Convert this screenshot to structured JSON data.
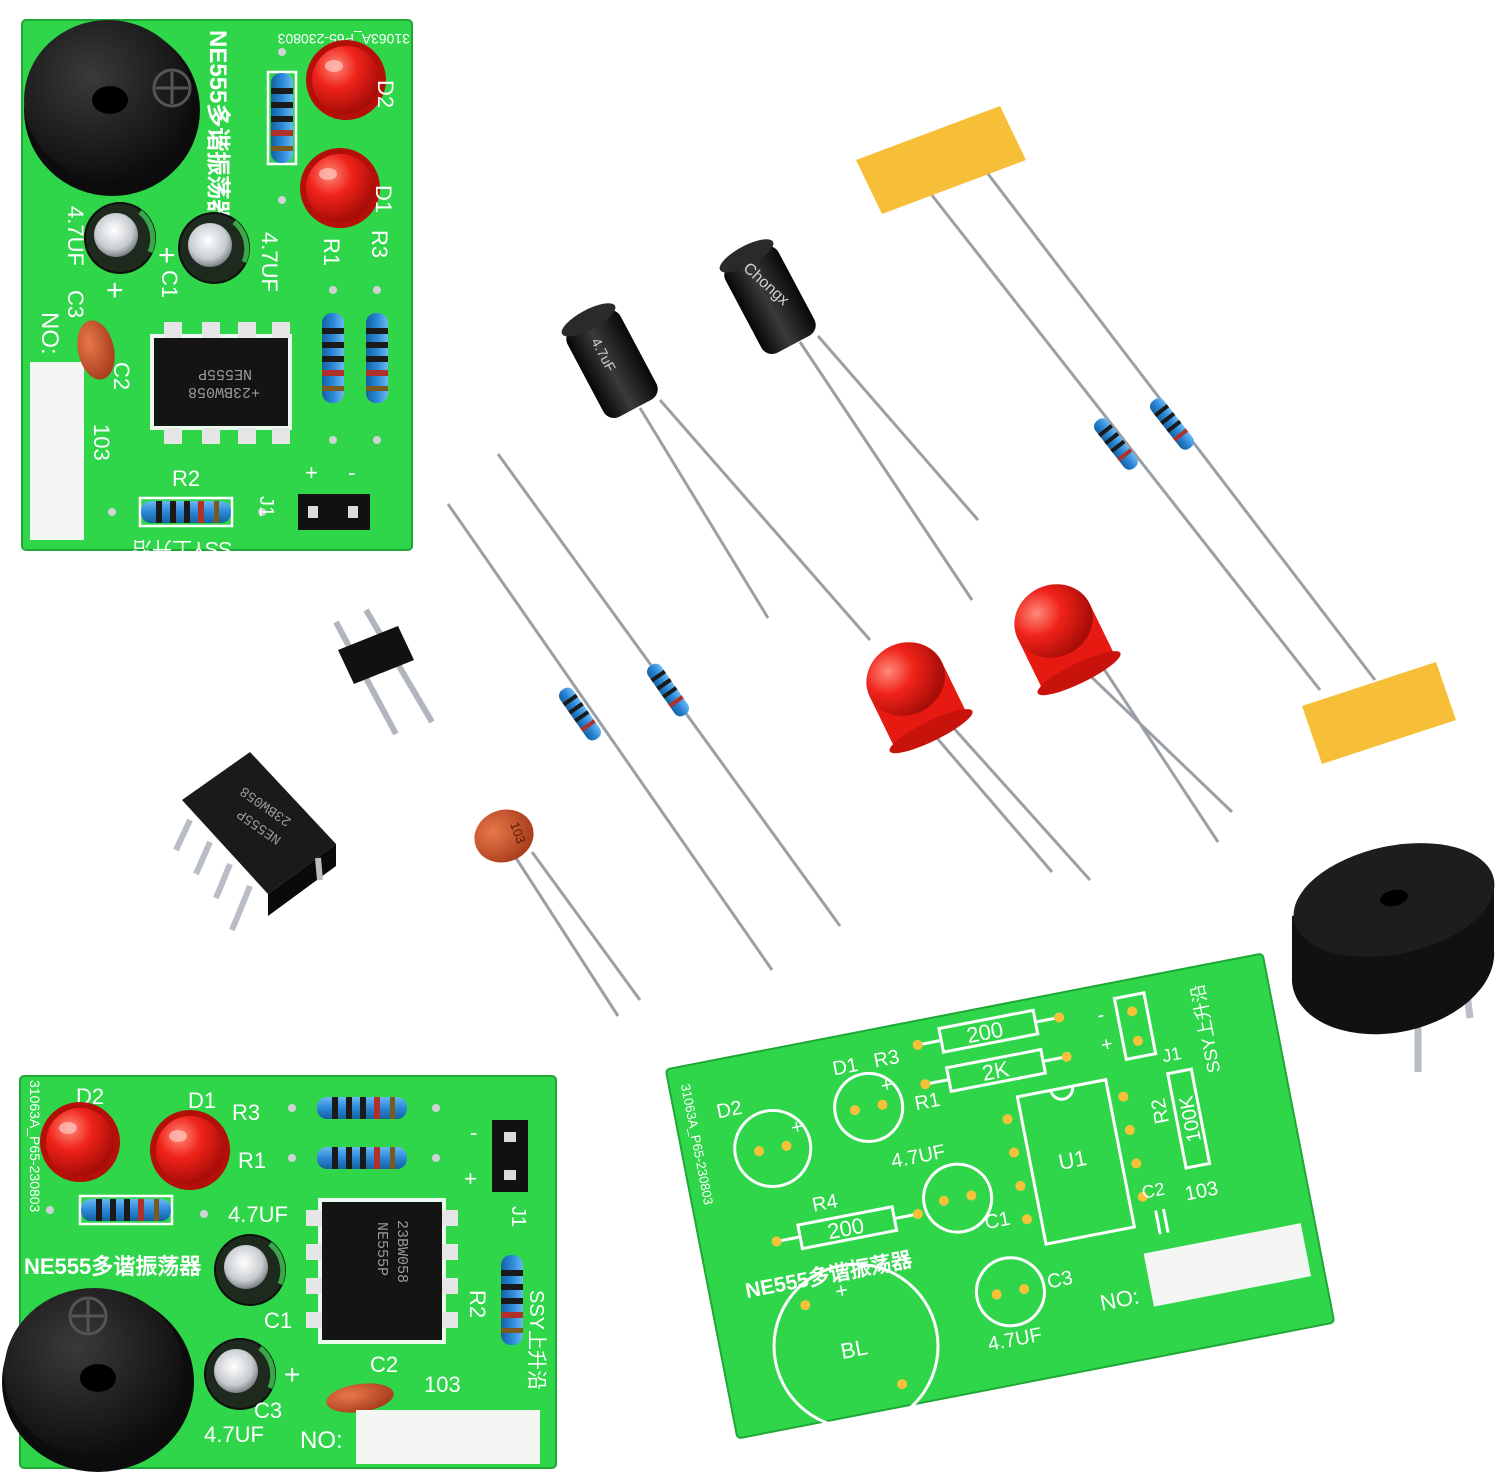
{
  "colors": {
    "pcb_green": "#2fd64a",
    "pcb_green_dark": "#20b83a",
    "led_red": "#ee1b12",
    "resistor_blue": "#2a88d8",
    "capacitor_black": "#151515",
    "ceramic_orange": "#c8502a",
    "tape_yellow": "#f7bf38",
    "lead_silver": "#9aa0a6"
  },
  "board_top_left": {
    "code": "31063A_P65-230803",
    "title": "NE555多谐振荡器",
    "labels": {
      "d2": "D2",
      "d1": "D1",
      "r1": "R1",
      "r3": "R3",
      "r2": "R2",
      "c1": "C1",
      "c2": "C2",
      "c3": "C3",
      "j1": "J1",
      "cap_value_left": "4.7UF",
      "cap_value_right": "4.7UF",
      "ceramic_value": "103",
      "no": "NO:",
      "ssy": "SSY上升沿",
      "plus": "+",
      "minus": "-",
      "plus_c1": "+",
      "plus_c3": "+"
    },
    "chip": {
      "line1": "+23BW058",
      "line2": "NE555P"
    }
  },
  "board_bottom_left": {
    "code": "31063A_P65-230803",
    "title": "NE555多谐振荡器",
    "labels": {
      "d2": "D2",
      "d1": "D1",
      "r3": "R3",
      "r1": "R1",
      "r2": "R2",
      "c1": "C1",
      "c2": "C2",
      "c3": "C3",
      "j1": "J1",
      "cap_value_top": "4.7UF",
      "cap_value_bottom": "4.7UF",
      "ceramic_value": "103",
      "no": "NO:",
      "ssy": "SSY上升沿",
      "plus": "+",
      "minus": "-",
      "plus_c3": "+"
    },
    "chip": {
      "line1": "23BW058",
      "line2": "NE555P"
    }
  },
  "board_bare": {
    "code": "31063A_P65-230803",
    "title": "NE555多谐振荡器",
    "labels": {
      "d2": "D2",
      "d1": "D1",
      "r3": "R3",
      "r1": "R1",
      "r4": "R4",
      "r2": "R2",
      "u1": "U1",
      "c1": "C1",
      "c2": "C2",
      "c3": "C3",
      "j1": "J1",
      "bl": "BL",
      "no": "NO:",
      "ssy": "SSY上升沿",
      "v200_top": "200",
      "v2k": "2K",
      "v200_r4": "200",
      "v100k": "100K",
      "cap_value_c1": "4.7UF",
      "cap_value_c3": "4.7UF",
      "ceramic_value": "103",
      "plus": "+",
      "minus": "-",
      "plus_d1": "+",
      "plus_d2": "+",
      "plus_bl": "+"
    }
  },
  "loose_parts": {
    "electrolytic_left_text": "4.7uF",
    "electrolytic_right_text": "Chongx",
    "chip_line1": "23BW058",
    "chip_line2": "NE555P",
    "ceramic_text": "103"
  }
}
